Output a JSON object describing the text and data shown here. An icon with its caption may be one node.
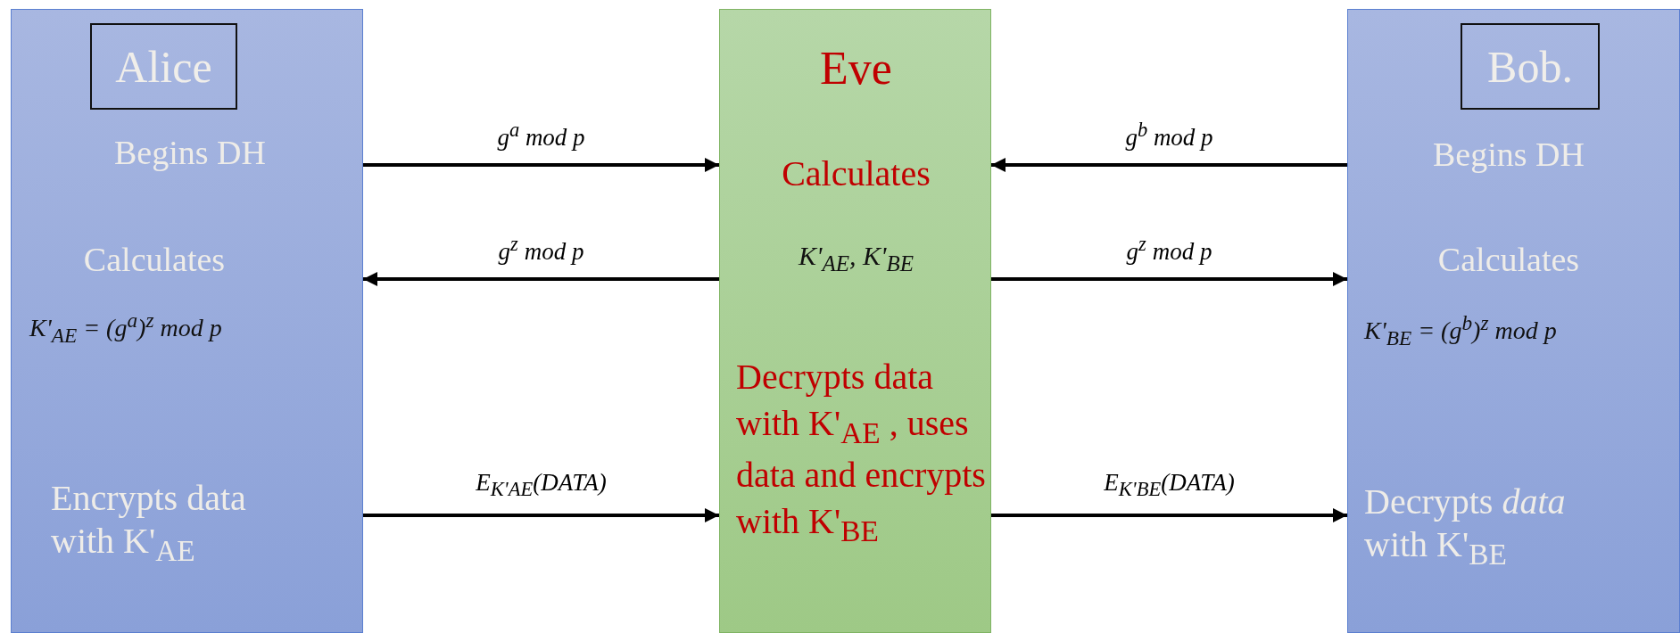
{
  "diagram": {
    "nodes": [
      {
        "text": [
          "Begins DH",
          "Calculates",
          "K'$_{AE}$ = (g$^{a}$)$^{z}$ mod p",
          "Encrypts data with K'$_{AE}$"
        ]
      },
      {
        "text": [
          "Alice"
        ],
        "in": 0
      },
      {
        "text": [
          "Eve",
          "Calculates",
          "K'$_{AE}$, K'$_{BE}$",
          "Decrypts data with K'$_{AE}$ , uses data and encrypts with K'$_{BE}$"
        ]
      },
      {
        "text": [
          "Begins DH",
          "Calculates",
          "K'$_{BE}$ = (g$^{b}$)$^{z}$ mod p",
          "Decrypts *data* with K'$_{BE}$"
        ]
      },
      {
        "text": [
          "Bob."
        ],
        "in": 3
      }
    ],
    "edges": [
      {
        "from": 0,
        "to": 2,
        "arrow": "to",
        "label": "g$^{a}$ mod p"
      },
      {
        "from": 3,
        "to": 2,
        "arrow": "to",
        "label": "g$^{b}$ mod p"
      },
      {
        "from": 2,
        "to": 0,
        "arrow": "to",
        "label": "g$^{z}$ mod p"
      },
      {
        "from": 2,
        "to": 3,
        "arrow": "to",
        "label": "g$^{z}$ mod p"
      },
      {
        "from": 0,
        "to": 2,
        "arrow": "to",
        "label": "E$_{K'AE}$(DATA)"
      },
      {
        "from": 2,
        "to": 3,
        "arrow": "to",
        "label": "E$_{K'BE}$(DATA)"
      }
    ]
  }
}
